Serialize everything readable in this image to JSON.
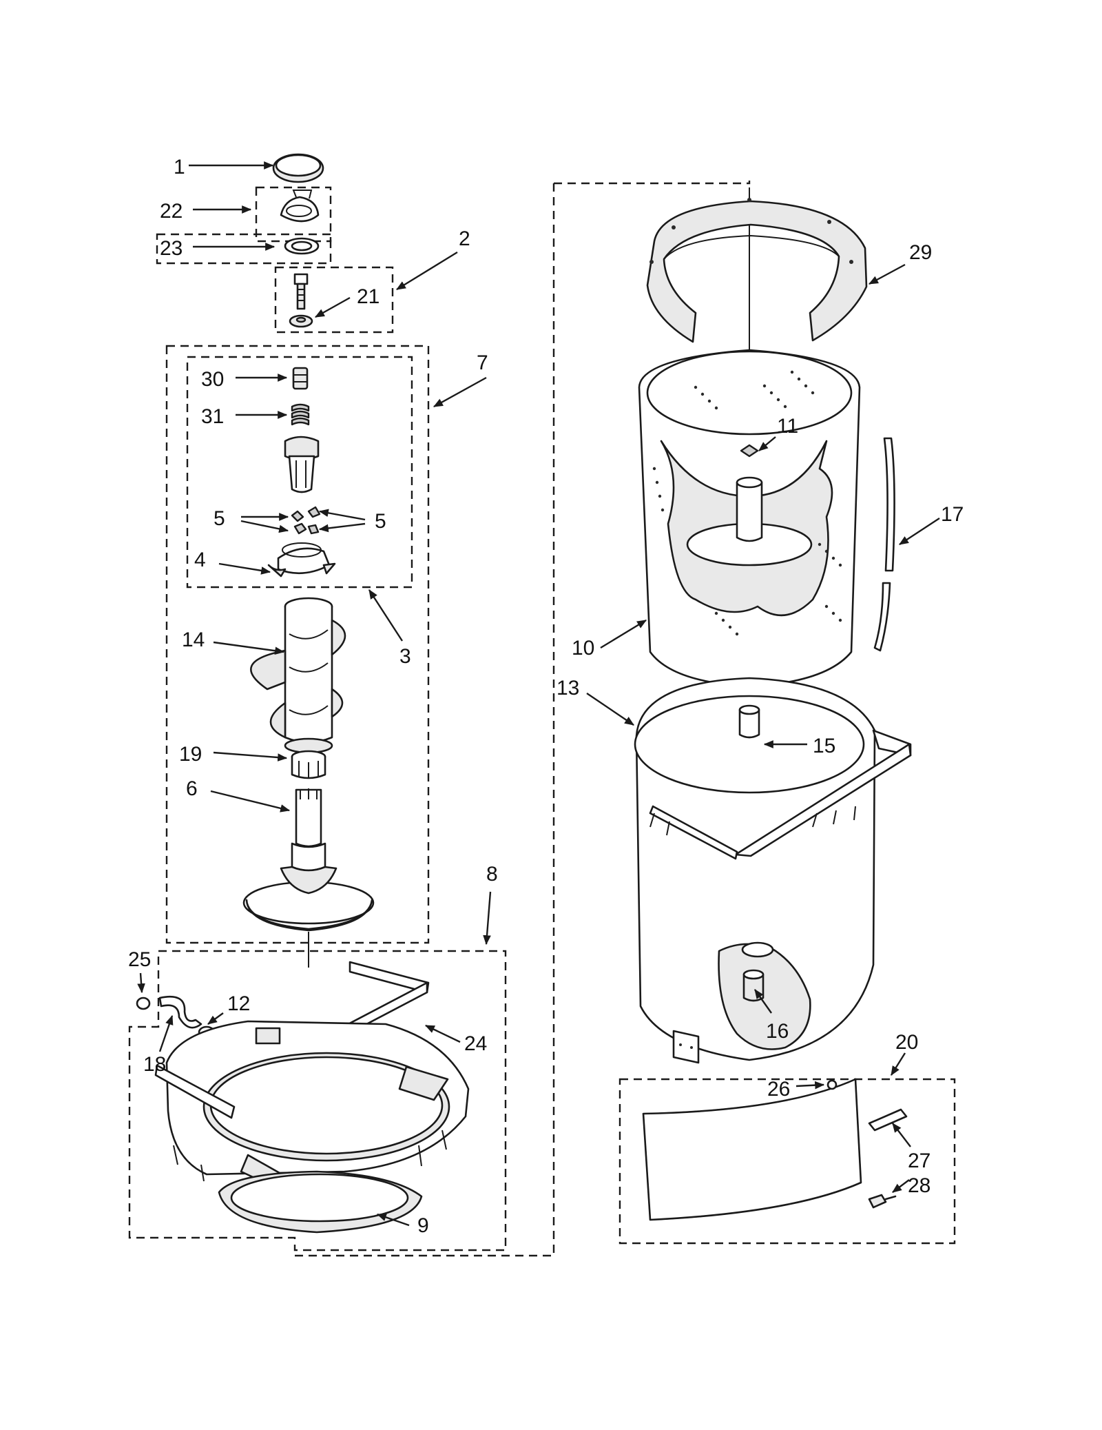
{
  "callouts": [
    {
      "id": "c1",
      "text": "1"
    },
    {
      "id": "c2",
      "text": "2"
    },
    {
      "id": "c3",
      "text": "3"
    },
    {
      "id": "c4",
      "text": "4"
    },
    {
      "id": "c5a",
      "text": "5"
    },
    {
      "id": "c5b",
      "text": "5"
    },
    {
      "id": "c6",
      "text": "6"
    },
    {
      "id": "c7",
      "text": "7"
    },
    {
      "id": "c8",
      "text": "8"
    },
    {
      "id": "c9",
      "text": "9"
    },
    {
      "id": "c10",
      "text": "10"
    },
    {
      "id": "c11",
      "text": "11"
    },
    {
      "id": "c12",
      "text": "12"
    },
    {
      "id": "c13",
      "text": "13"
    },
    {
      "id": "c14",
      "text": "14"
    },
    {
      "id": "c15",
      "text": "15"
    },
    {
      "id": "c16",
      "text": "16"
    },
    {
      "id": "c17",
      "text": "17"
    },
    {
      "id": "c18",
      "text": "18"
    },
    {
      "id": "c19",
      "text": "19"
    },
    {
      "id": "c20",
      "text": "20"
    },
    {
      "id": "c21",
      "text": "21"
    },
    {
      "id": "c22",
      "text": "22"
    },
    {
      "id": "c23",
      "text": "23"
    },
    {
      "id": "c24",
      "text": "24"
    },
    {
      "id": "c25",
      "text": "25"
    },
    {
      "id": "c26",
      "text": "26"
    },
    {
      "id": "c27",
      "text": "27"
    },
    {
      "id": "c28",
      "text": "28"
    },
    {
      "id": "c29",
      "text": "29"
    },
    {
      "id": "c30",
      "text": "30"
    },
    {
      "id": "c31",
      "text": "31"
    }
  ]
}
